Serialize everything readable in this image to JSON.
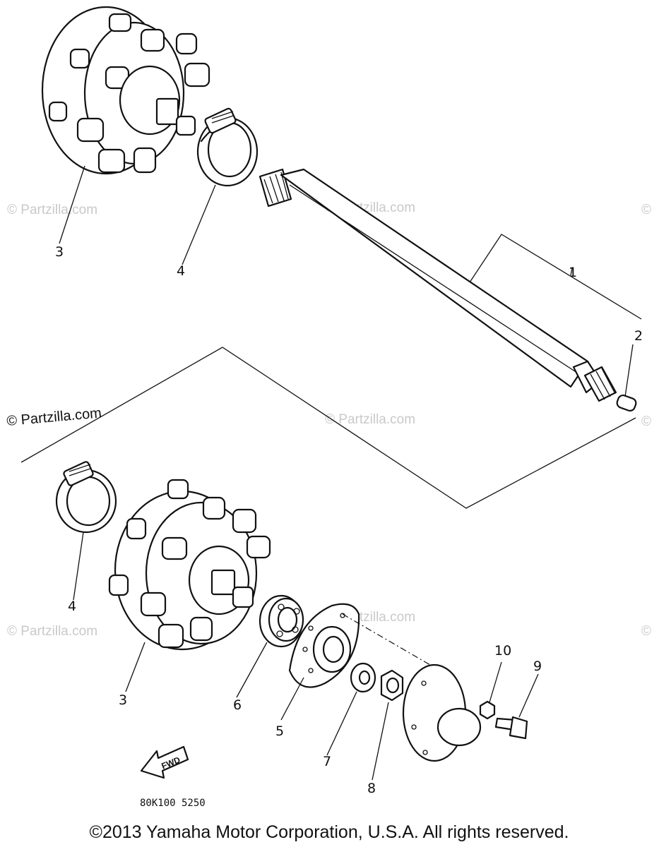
{
  "watermarks": {
    "strong": "© Partzilla.com",
    "faint": "© Partzilla.com"
  },
  "callouts": {
    "c1": "1",
    "c2": "2",
    "c3_top": "3",
    "c4_top": "4",
    "c4_bottom": "4",
    "c3_bottom": "3",
    "c6": "6",
    "c5": "5",
    "c7": "7",
    "c8": "8",
    "c10": "10",
    "c9": "9"
  },
  "fwd_label": "FWD",
  "diagram_code": "80K100 5250",
  "copyright": "©2013 Yamaha Motor Corporation, U.S.A. All rights reserved."
}
